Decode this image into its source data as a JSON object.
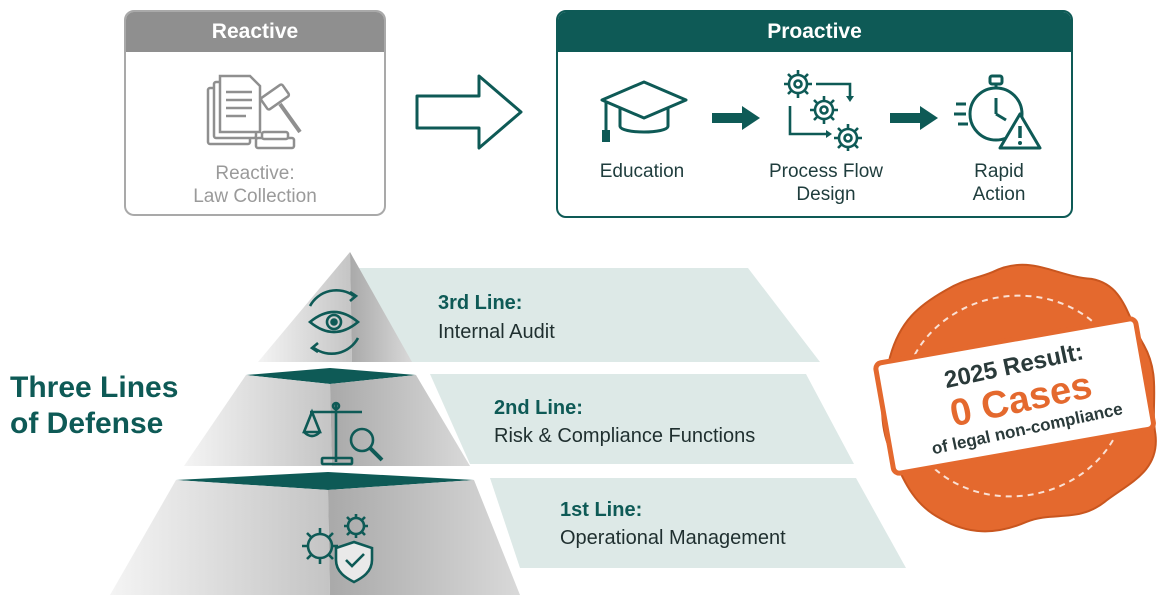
{
  "reactive": {
    "header": "Reactive",
    "label_line1": "Reactive:",
    "label_line2": "Law Collection",
    "icon": "documents-gavel-icon"
  },
  "proactive": {
    "header": "Proactive",
    "steps": [
      {
        "label_line1": "Education",
        "label_line2": "",
        "icon": "graduation-cap-icon"
      },
      {
        "label_line1": "Process Flow",
        "label_line2": "Design",
        "icon": "gears-flow-icon"
      },
      {
        "label_line1": "Rapid",
        "label_line2": "Action",
        "icon": "stopwatch-alert-icon"
      }
    ]
  },
  "three_lines": {
    "title_line1": "Three Lines",
    "title_line2": "of Defense",
    "lines": [
      {
        "title": "3rd Line:",
        "desc": "Internal Audit",
        "icon": "eye-cycle-icon"
      },
      {
        "title": "2nd Line:",
        "desc": "Risk & Compliance Functions",
        "icon": "scale-magnifier-icon"
      },
      {
        "title": "1st Line:",
        "desc": "Operational Management",
        "icon": "gears-shield-icon"
      }
    ]
  },
  "result_seal": {
    "line1": "2025 Result:",
    "line2": "0 Cases",
    "line3": "of legal non-compliance"
  },
  "colors": {
    "teal": "#0e5a56",
    "gray": "#8f8f8f",
    "orange": "#e4692e",
    "band": "#dde9e7"
  }
}
